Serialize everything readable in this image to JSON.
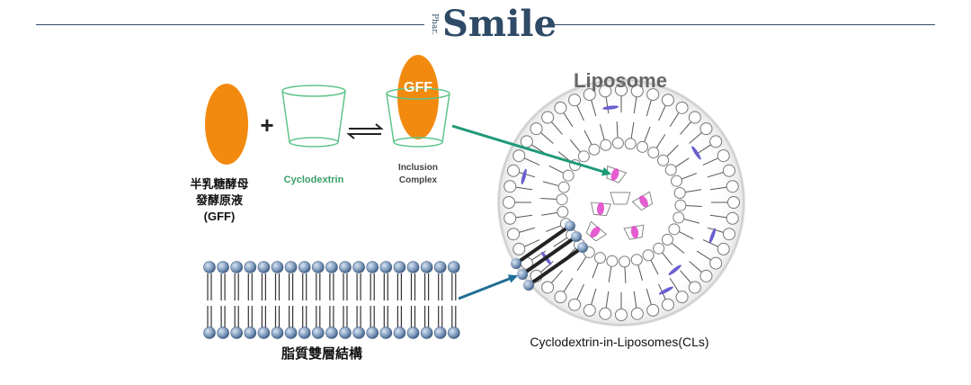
{
  "header": {
    "brand_prefix": "Phar.",
    "brand_name": "Smile"
  },
  "diagram": {
    "gff_label": "GFF",
    "plus_sign": "+",
    "gff_caption_line1": "半乳糖酵母",
    "gff_caption_line2": "發酵原液",
    "gff_caption_line3": "(GFF)",
    "cyclodextrin_label": "Cyclodextrin",
    "inclusion_line1": "Inclusion",
    "inclusion_line2": "Complex",
    "liposome_title": "Liposome",
    "bilayer_caption": "脂質雙層結構",
    "cls_caption": "Cyclodextrin-in-Liposomes(CLs)"
  },
  "colors": {
    "brand": "#2e4a66",
    "gff_orange": "#f28a0f",
    "cyclodextrin_green": "#3a9e6a",
    "arrow_green": "#1e9a78",
    "arrow_blue": "#1f6d96",
    "lipid_head": "#7f9bbd",
    "magenta": "#e040c8",
    "violet": "#6a5fd0"
  }
}
